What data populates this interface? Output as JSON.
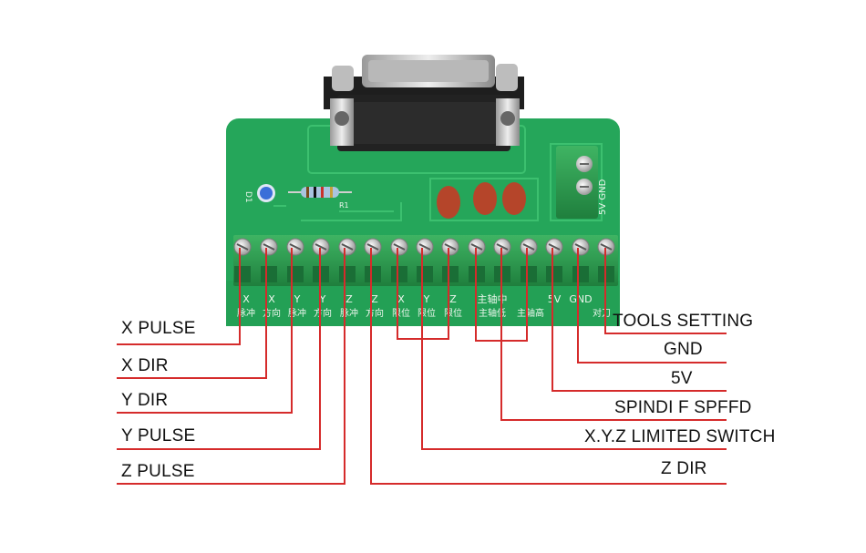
{
  "colors": {
    "pcb": "#25a65a",
    "pcb_dark": "#1d8a49",
    "terminal": "#2f9a52",
    "leader": "#d52b2b",
    "connector_metal": "#c8c8c8",
    "connector_body": "#1f1f1f",
    "capacitor": "#b5452a",
    "led": "#3a6fd8"
  },
  "board": {
    "components": {
      "led_ref": "D1",
      "resistor_ref": "R1"
    },
    "power_block_label": "5V GND",
    "terminal_markings": [
      {
        "top": "X",
        "bottom": "脉冲"
      },
      {
        "top": "X",
        "bottom": "方向"
      },
      {
        "top": "Y",
        "bottom": "脉冲"
      },
      {
        "top": "Y",
        "bottom": "方向"
      },
      {
        "top": "Z",
        "bottom": "脉冲"
      },
      {
        "top": "Z",
        "bottom": "方向"
      },
      {
        "top": "X",
        "bottom": "限位"
      },
      {
        "top": "Y",
        "bottom": "限位"
      },
      {
        "top": "Z",
        "bottom": "限位"
      },
      {
        "top": "主轴中",
        "bottom": "主轴低"
      },
      {
        "top": "",
        "bottom": "主轴高"
      },
      {
        "top": "5V",
        "bottom": ""
      },
      {
        "top": "GND",
        "bottom": ""
      },
      {
        "top": "",
        "bottom": "对刀"
      }
    ]
  },
  "labels_left": [
    {
      "id": "x-pulse",
      "text": "X PULSE"
    },
    {
      "id": "x-dir",
      "text": "X DIR"
    },
    {
      "id": "y-dir",
      "text": "Y DIR"
    },
    {
      "id": "y-pulse",
      "text": "Y PULSE"
    },
    {
      "id": "z-pulse",
      "text": "Z PULSE"
    }
  ],
  "labels_right": [
    {
      "id": "tools-setting",
      "text": "TOOLS SETTING"
    },
    {
      "id": "gnd",
      "text": "GND"
    },
    {
      "id": "5v",
      "text": "5V"
    },
    {
      "id": "spindle-speed",
      "text": "SPINDI F SPFFD"
    },
    {
      "id": "xyz-limit",
      "text": "X.Y.Z LIMITED SWITCH"
    },
    {
      "id": "z-dir",
      "text": "Z DIR"
    }
  ]
}
